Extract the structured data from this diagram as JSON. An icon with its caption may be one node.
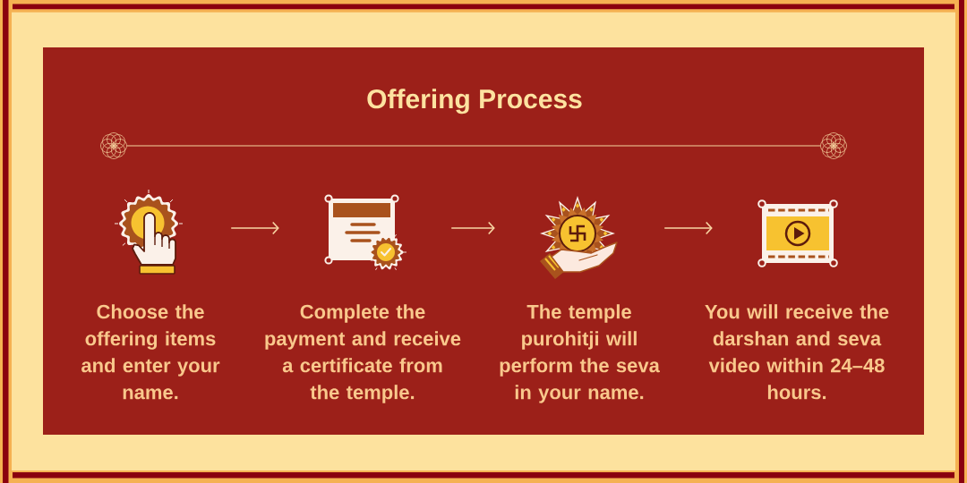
{
  "diagram": {
    "title": "Offering Process",
    "nodes": [
      {
        "text": [],
        "shape": "picture",
        "beside": [
          "Choose the offering items and enter your name."
        ]
      },
      {
        "text": [],
        "shape": "picture",
        "beside": [
          "Complete the payment and receive a certificate from the temple."
        ]
      },
      {
        "text": [],
        "shape": "picture",
        "beside": [
          "The temple purohitji will perform the seva in your name."
        ]
      },
      {
        "text": [],
        "shape": "picture",
        "beside": [
          "You will receive the darshan and seva video within 24–48 hours."
        ]
      }
    ],
    "edges": [
      {
        "from": 0,
        "to": 1,
        "arrow": "to"
      },
      {
        "from": 1,
        "to": 2,
        "arrow": "to"
      },
      {
        "from": 2,
        "to": 3,
        "arrow": "to"
      }
    ]
  }
}
